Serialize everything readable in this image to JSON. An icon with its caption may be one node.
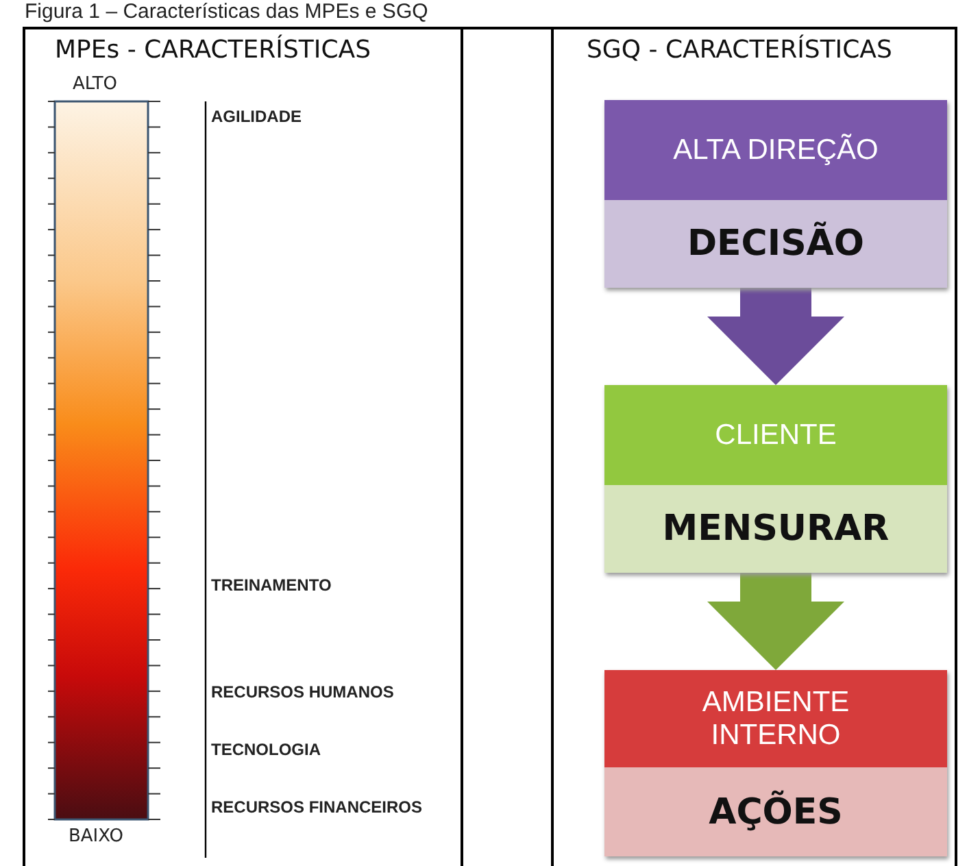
{
  "diagram": {
    "title": "Figura 1 – Características das MPEs e SGQ",
    "nodes": [
      {
        "text": [
          "ALTA DIREÇÃO",
          "DECISÃO"
        ]
      },
      {
        "text": [
          "CLIENTE",
          "MENSURAR"
        ]
      },
      {
        "text": [
          "AMBIENTE INTERNO",
          "AÇÕES"
        ]
      }
    ],
    "edges": [
      {
        "from": 0,
        "to": 1,
        "arrow": "to",
        "color": "#6b4c9a"
      },
      {
        "from": 1,
        "to": 2,
        "arrow": "to",
        "color": "#7fa83a"
      }
    ],
    "labels": [
      "MPEs - CARACTERÍSTICAS",
      "SGQ - CARACTERÍSTICAS",
      "ALTO",
      "AGILIDADE",
      "TREINAMENTO",
      "RECURSOS HUMANOS",
      "TECNOLOGIA",
      "RECURSOS FINANCEIROS",
      "BAIXO"
    ]
  }
}
